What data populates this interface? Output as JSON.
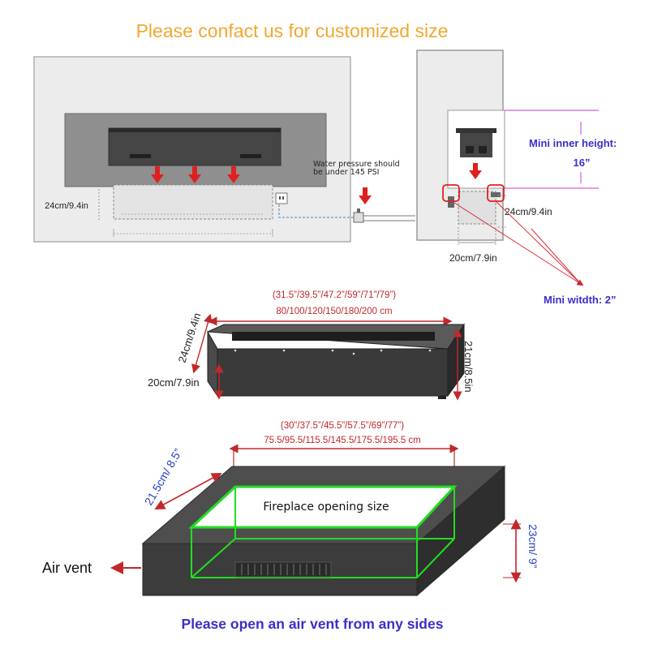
{
  "header": {
    "title": "Please confact us for customized size"
  },
  "install": {
    "height_label": "24cm/9.4in",
    "water_note_line1": "Water pressure should",
    "water_note_line2": "be under 145 PSI"
  },
  "side_view": {
    "inner_height_label": "Mini inner height:",
    "inner_height_value": "16”",
    "height_label": "24cm/9.4in",
    "width_label": "20cm/7.9in",
    "mini_width_label": "Mini witdth: 2”"
  },
  "unit": {
    "length_inch": "(31.5”/39.5”/47.2”/59”/71”/79”)",
    "length_cm": "80/100/120/150/180/200 cm",
    "depth_label": "24cm/9.4in",
    "width_label": "20cm/7.9in",
    "height_label": "21cm/8.5in"
  },
  "opening": {
    "length_inch": "(30”/37.5”/45.5”/57.5”/69”/77”)",
    "length_cm": "75.5/95.5/115.5/145.5/175.5/195.5 cm",
    "width_label": "21.5cm/ 8.5”",
    "height_label": "23cm/ 9”",
    "opening_label": "Fireplace opening size",
    "air_vent_label": "Air vent"
  },
  "footer": {
    "note": "Please open an air vent from any sides"
  },
  "colors": {
    "title": "#f0a830",
    "dimension_red": "#c0282c",
    "arrow_red": "#e02020",
    "highlight_blue": "#3a2fc8",
    "dimension_blue": "#2a3fc4",
    "magenta": "#d060e0",
    "green": "#22dd22",
    "wall_gray": "#ececec"
  }
}
